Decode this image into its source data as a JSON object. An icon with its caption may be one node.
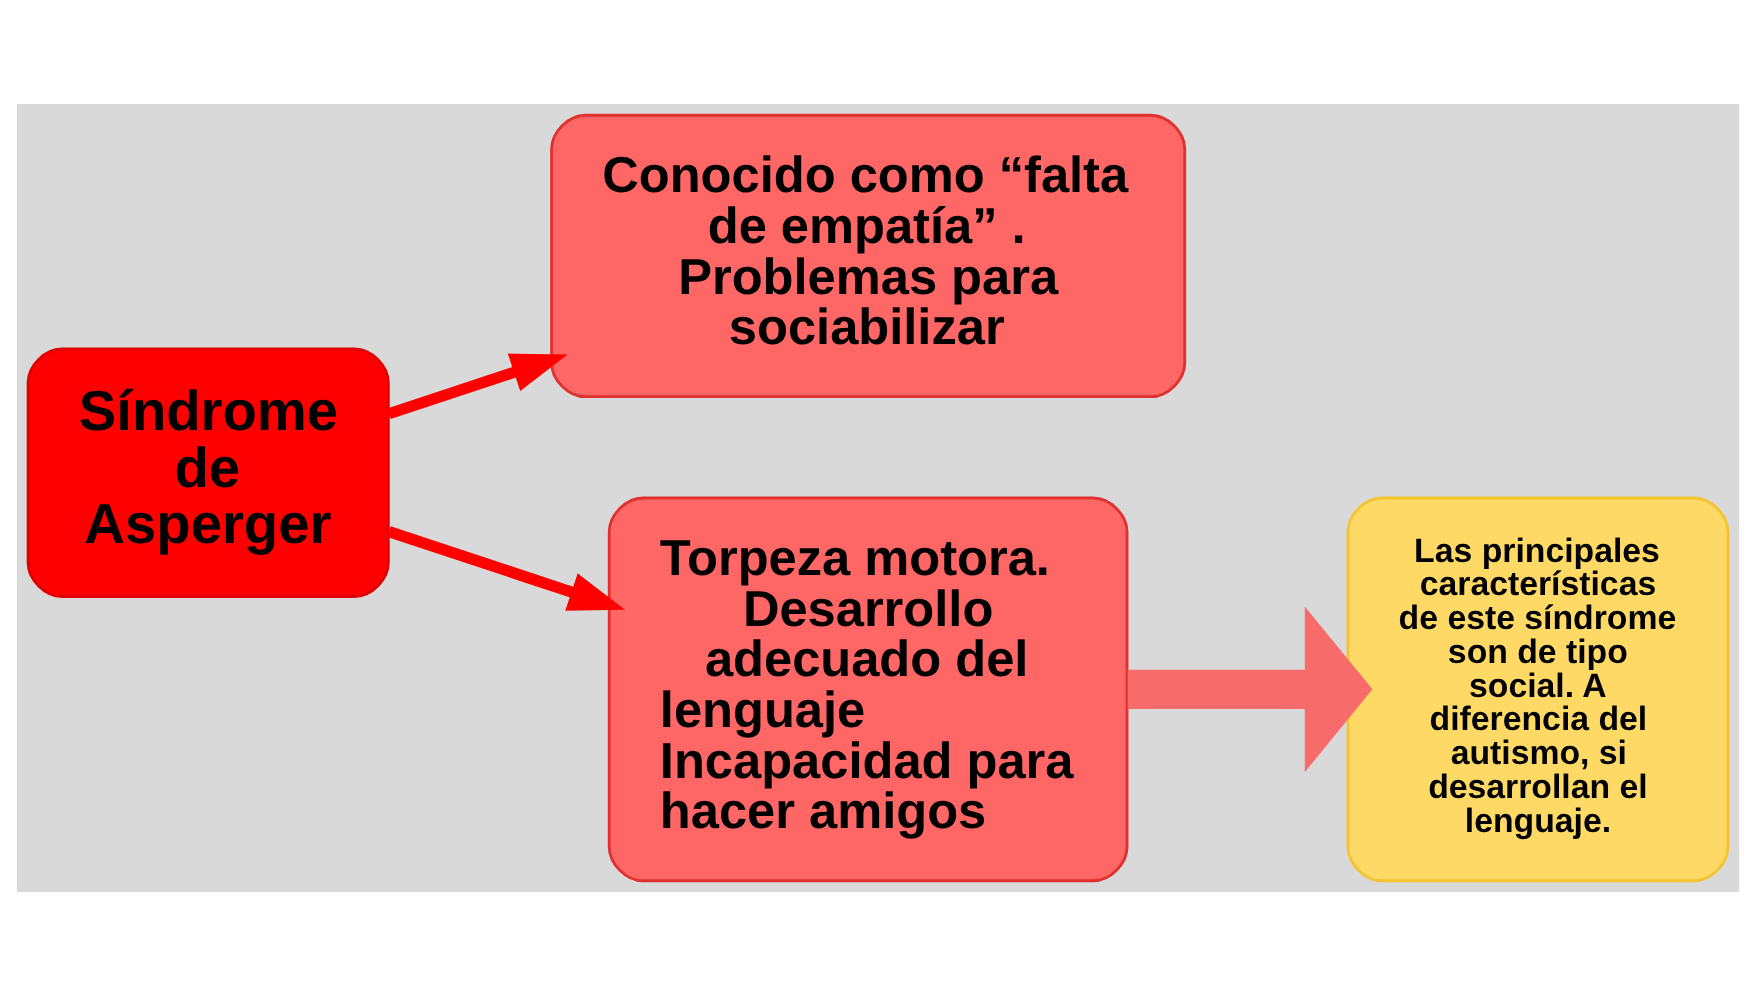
{
  "diagram": {
    "nodes": [
      {
        "text": [
          "Síndrome de Asperger"
        ]
      },
      {
        "text": [
          "Conocido como “falta de empatía” . Problemas para sociabilizar"
        ]
      },
      {
        "text": [
          "Torpeza motora.",
          "Desarrollo adecuado del lenguaje",
          "Incapacidad para hacer amigos"
        ]
      },
      {
        "text": [
          "Las principales características de este síndrome son de tipo social. A diferencia del autismo, si desarrollan el lenguaje."
        ]
      }
    ],
    "edges": [
      {
        "from": 0,
        "to": 1,
        "arrow": "to"
      },
      {
        "from": 0,
        "to": 2,
        "arrow": "to"
      },
      {
        "from": 2,
        "to": 3,
        "arrow": "to",
        "style": "thick",
        "color": "#f86b6b"
      }
    ]
  }
}
